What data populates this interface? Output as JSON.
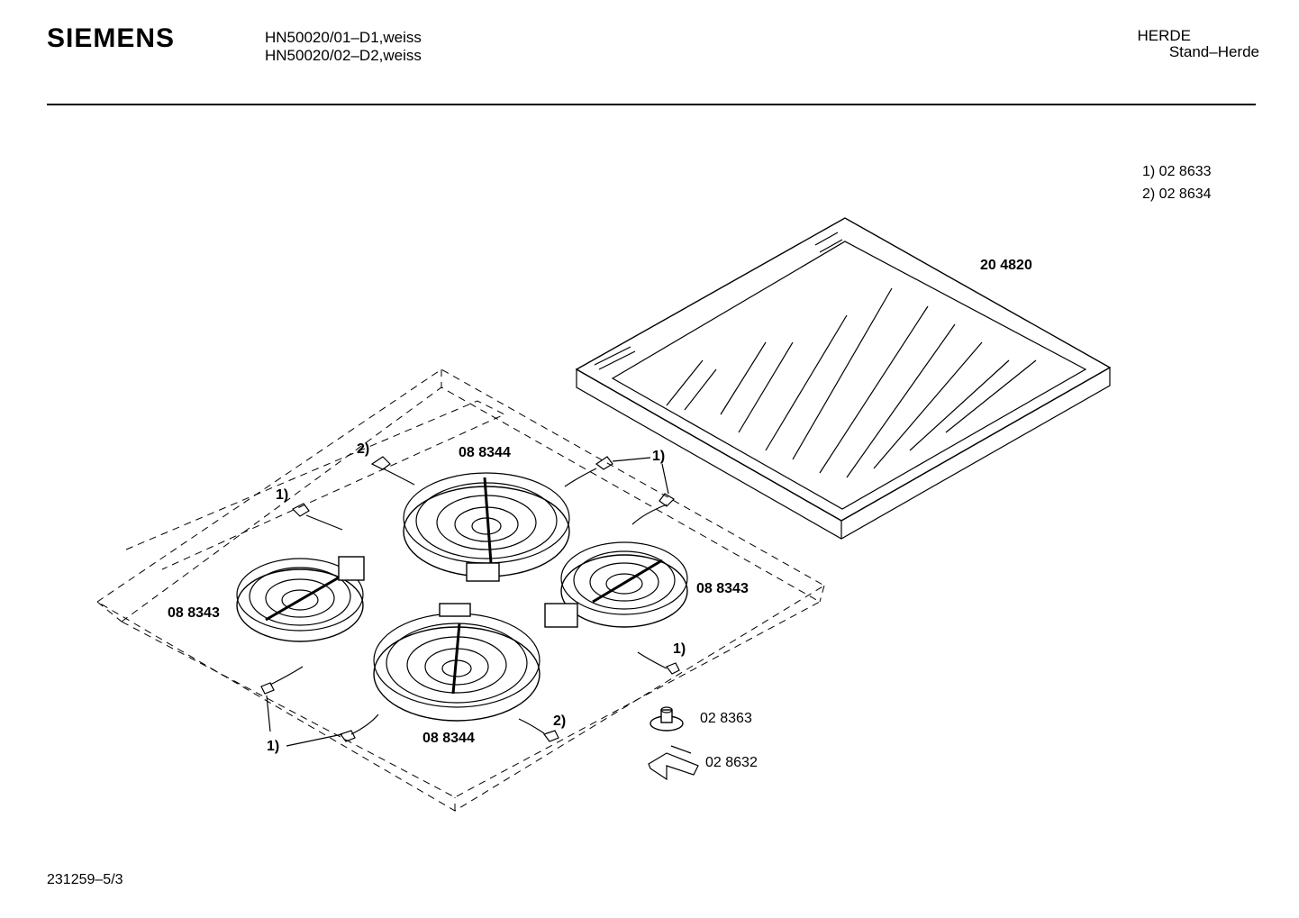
{
  "header": {
    "brand": "SIEMENS",
    "model_line_1": "HN50020/01–D1,weiss",
    "model_line_2": "HN50020/02–D2,weiss",
    "category": "HERDE",
    "subcategory": "Stand–Herde"
  },
  "legend": {
    "note_1": "1) 02 8633",
    "note_2": "2) 02 8634"
  },
  "parts": {
    "glass_top": "20 4820",
    "burner_large_top": "08 8344",
    "burner_small_left": "08 8343",
    "burner_small_right": "08 8343",
    "burner_large_bottom": "08 8344",
    "part_switch": "02 8363",
    "part_bracket": "02 8632"
  },
  "callouts": {
    "ref_1": "1)",
    "ref_2": "2)"
  },
  "footer": {
    "drawing_number": "231259–5/3"
  }
}
